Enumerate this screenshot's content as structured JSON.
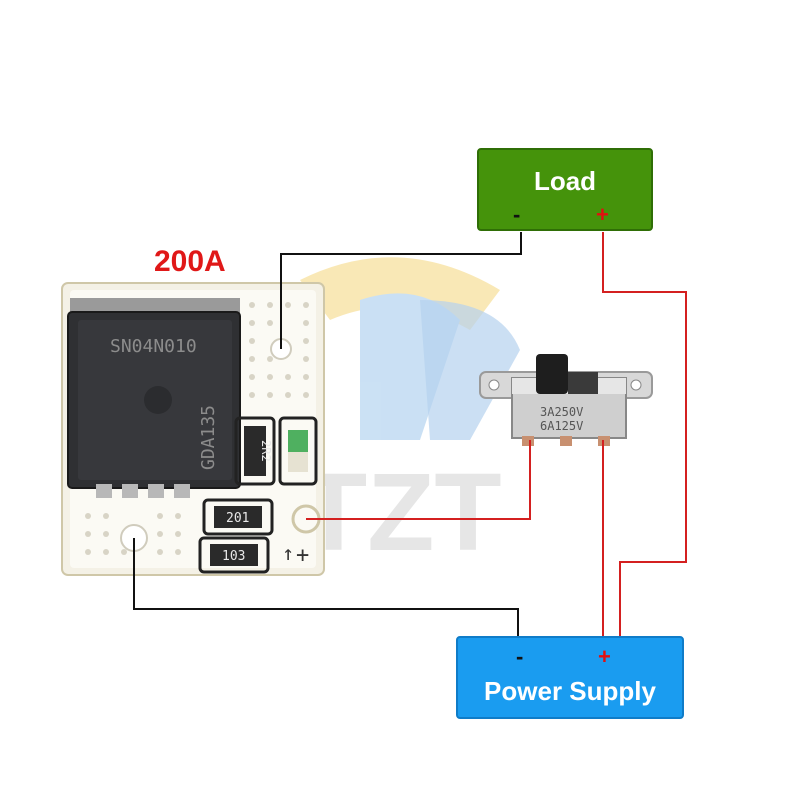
{
  "module": {
    "current_rating": "200A",
    "mosfet_marking_line1": "SN04N010",
    "mosfet_marking_line2": "GDA135",
    "resistor_1": "2R2",
    "resistor_2": "201",
    "resistor_3": "103",
    "terminal_plus": "+",
    "arrow_glyph": "↑"
  },
  "switch": {
    "rating_line1": "3A250V",
    "rating_line2": "6A125V"
  },
  "load": {
    "title": "Load",
    "minus": "-",
    "plus": "+"
  },
  "power_supply": {
    "title": "Power Supply",
    "minus": "-",
    "plus": "+"
  },
  "watermark": {
    "text": "TZT"
  },
  "colors": {
    "load_fill": "#45930b",
    "psu_fill": "#1a9cf0",
    "positive_wire": "#d42020",
    "negative_wire": "#111111",
    "rating_text": "#e01818"
  }
}
